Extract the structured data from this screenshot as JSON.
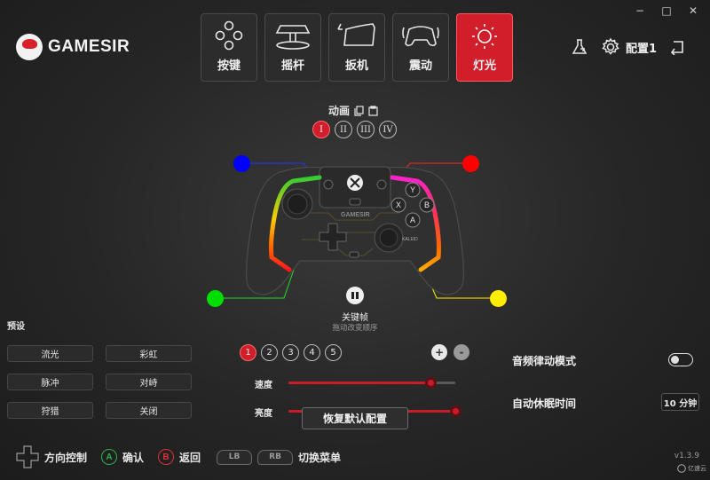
{
  "window": {
    "minimize": "−",
    "maximize": "□",
    "close": "✕"
  },
  "brand": {
    "name": "GAMESIR"
  },
  "tabs": [
    {
      "label": "按键",
      "icon": "buttons-icon",
      "active": false
    },
    {
      "label": "摇杆",
      "icon": "joystick-icon",
      "active": false
    },
    {
      "label": "扳机",
      "icon": "trigger-icon",
      "active": false
    },
    {
      "label": "震动",
      "icon": "vibration-icon",
      "active": false
    },
    {
      "label": "灯光",
      "icon": "light-icon",
      "active": true
    }
  ],
  "header": {
    "config_label": "配置1"
  },
  "animation": {
    "title": "动画",
    "slots": [
      "I",
      "II",
      "III",
      "IV"
    ],
    "selected": 0
  },
  "keyframe": {
    "title": "关键帧",
    "subtitle": "拖动改变顺序"
  },
  "led_colors": {
    "top_left": "#0000ff",
    "top_right": "#ff0000",
    "bottom_left": "#00dd00",
    "bottom_right": "#ffee00",
    "accent": "#d21e2b"
  },
  "controller": {
    "logo": "GAMESIR",
    "face_buttons": [
      "Y",
      "X",
      "B",
      "A"
    ],
    "model": "KALEID"
  },
  "presets": {
    "title": "预设",
    "items": [
      "流光",
      "彩虹",
      "脉冲",
      "对峙",
      "狩猎",
      "关闭"
    ]
  },
  "colors_row": {
    "numbers": [
      "1",
      "2",
      "3",
      "4",
      "5"
    ],
    "selected": 0,
    "add": "+",
    "remove": "-"
  },
  "speed": {
    "label": "速度",
    "value": 0.85
  },
  "brightness": {
    "label": "亮度",
    "value": 1.0
  },
  "reset_label": "恢复默认配置",
  "settings": {
    "audio_mode_label": "音频律动模式",
    "audio_mode_on": false,
    "sleep_label": "自动休眠时间",
    "sleep_value": "10 分钟"
  },
  "footer": {
    "dpad_label": "方向控制",
    "confirm_key": "A",
    "confirm_label": "确认",
    "back_key": "B",
    "back_label": "返回",
    "lb": "LB",
    "rb": "RB",
    "switch_label": "切换菜单"
  },
  "version": "v1.3.9",
  "watermark": "亿速云"
}
